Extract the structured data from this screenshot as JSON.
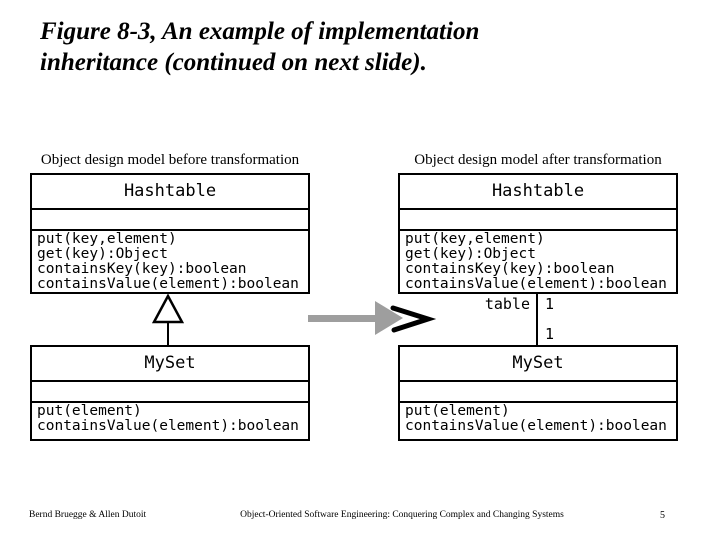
{
  "title": {
    "line1": "Figure 8-3, An example of implementation",
    "line2": "inheritance (continued on next slide)."
  },
  "diagrams": {
    "before": {
      "label": "Object design model before transformation",
      "hashtable": {
        "name": "Hashtable",
        "operations": [
          "put(key,element)",
          "get(key):Object",
          "containsKey(key):boolean",
          "containsValue(element):boolean"
        ]
      },
      "myset": {
        "name": "MySet",
        "operations": [
          "put(element)",
          "containsValue(element):boolean"
        ]
      }
    },
    "after": {
      "label": "Object design model after transformation",
      "hashtable": {
        "name": "Hashtable",
        "operations": [
          "put(key,element)",
          "get(key):Object",
          "containsKey(key):boolean",
          "containsValue(element):boolean"
        ]
      },
      "myset": {
        "name": "MySet",
        "operations": [
          "put(element)",
          "containsValue(element):boolean"
        ]
      },
      "association": {
        "role": "table",
        "hashtable_multiplicity": "1",
        "myset_multiplicity": "1"
      }
    }
  },
  "footer": {
    "authors": "Bernd Bruegge & Allen Dutoit",
    "book": "Object-Oriented Software Engineering: Conquering Complex and Changing Systems",
    "page_number": "5"
  },
  "colors": {
    "background": "#ffffff",
    "ink": "#000000",
    "transform_arrow_gray": "#9e9e9e"
  }
}
